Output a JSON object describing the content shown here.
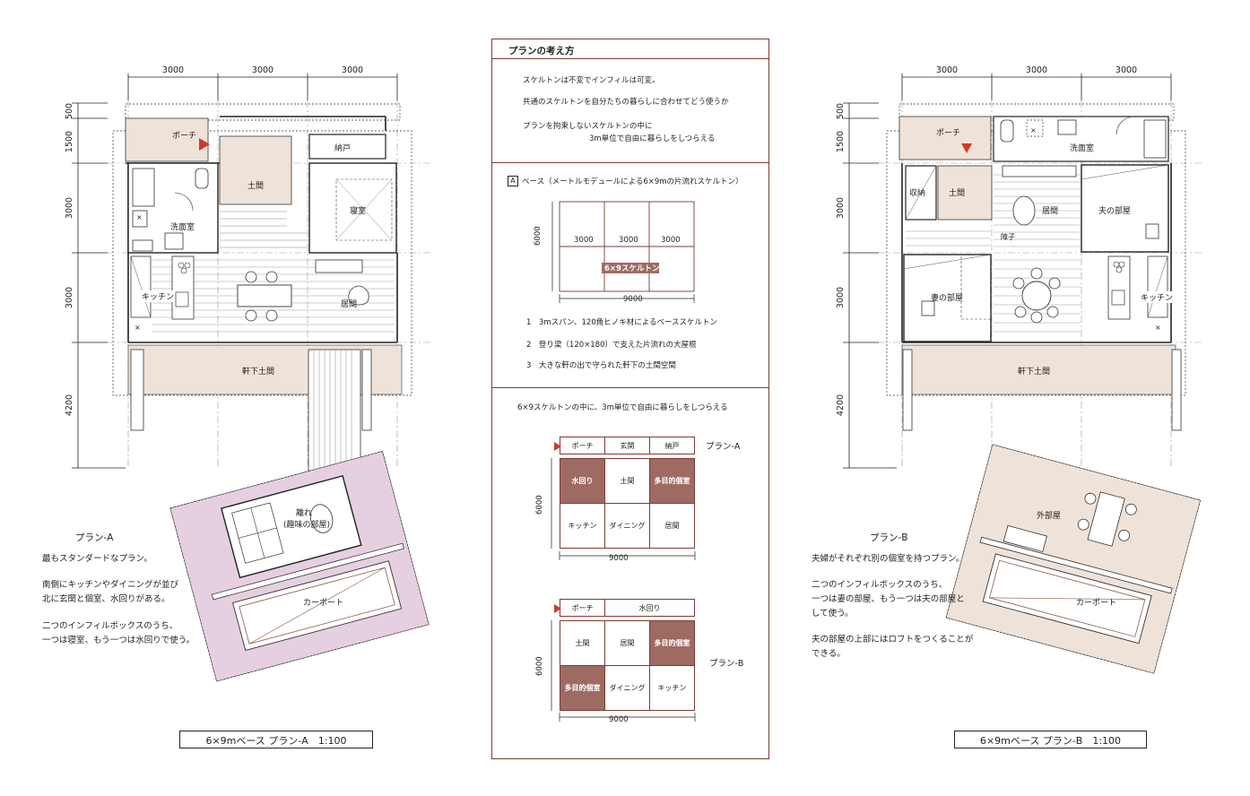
{
  "dims": {
    "span": "3000",
    "v500": "500",
    "v1500": "1500",
    "v3000": "3000",
    "v4200": "4200",
    "total": "9000",
    "six": "6000"
  },
  "planA": {
    "rooms": {
      "porch": "ポーチ",
      "doma": "土間",
      "nando": "納戸",
      "bedroom": "寝室",
      "senmen": "洗面室",
      "kitchen": "キッチン",
      "living": "居間",
      "nokishita": "軒下土間",
      "hanare1": "離れ",
      "hanare2": "(趣味の部屋)",
      "carport": "カーポート",
      "x": "×"
    },
    "title": "プラン-A",
    "desc": [
      "最もスタンダードなプラン。",
      "南側にキッチンやダイニングが並び",
      "北に玄関と個室、水回りがある。",
      "二つのインフィルボックスのうち、",
      "一つは寝室、もう一つは水回りで使う。"
    ],
    "caption": "6×9mベース プラン-A　1:100"
  },
  "planB": {
    "rooms": {
      "porch": "ポーチ",
      "senmen": "洗面室",
      "shuno": "収納",
      "doma": "土間",
      "living": "居間",
      "husband": "夫の部屋",
      "shoji": "障子",
      "wife": "妻の部屋",
      "kitchen": "キッチン",
      "nokishita": "軒下土間",
      "outer": "外部屋",
      "carport": "カーポート",
      "x": "×"
    },
    "title": "プラン-B",
    "desc": [
      "夫婦がそれぞれ別の個室を持つプラン。",
      "二つのインフィルボックスのうち、",
      "一つは妻の部屋、もう一つは夫の部屋と",
      "して使う。",
      "夫の部屋の上部にはロフトをつくることが",
      "できる。"
    ],
    "caption": "6×9mベース プラン-B　1:100"
  },
  "center": {
    "title": "プランの考え方",
    "intro1": "スケルトンは不変でインフィルは可変。",
    "intro2": "共通のスケルトンを自分たちの暮らしに合わせてどう使うか",
    "intro3": "プランを拘束しないスケルトンの中に",
    "intro4": "3m単位で自由に暮らしをしつらえる",
    "boxA": "A",
    "baseTitle": "ベース（メートルモデュールによる6×9mの片流れスケルトン）",
    "skeletonLabel": "6×9スケルトン",
    "notes": [
      "1　3mスパン、120角ヒノキ材によるベーススケルトン",
      "2　登り梁（120×180）で支えた片流れの大屋根",
      "3　大きな軒の出で守られた軒下の土間空間"
    ],
    "sectionTitle": "6×9スケルトンの中に、3m単位で自由に暮らしをしつらえる",
    "gridA": {
      "label": "プラン-A",
      "top": [
        "ポーチ",
        "玄関",
        "納戸"
      ],
      "rows": [
        [
          "水回り",
          "土間",
          "多目的個室"
        ],
        [
          "キッチン",
          "ダイニング",
          "居間"
        ]
      ]
    },
    "gridB": {
      "label": "プラン-B",
      "top": [
        "ポーチ",
        "水回り"
      ],
      "rows": [
        [
          "土間",
          "居間",
          "多目的個室"
        ],
        [
          "多目的個室",
          "ダイニング",
          "キッチン"
        ]
      ]
    }
  },
  "colors": {
    "accent": "#7a3b34",
    "dark": "#9e6b63",
    "beige": "#efe2d9",
    "pink": "#e6cfe0",
    "red": "#d03a2a"
  }
}
